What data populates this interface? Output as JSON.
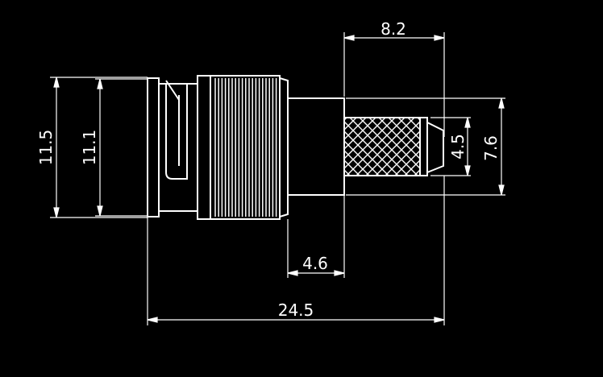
{
  "colors": {
    "background": "#000000",
    "lines": "#ffffff"
  },
  "dimensions": {
    "top_width": "8.2",
    "left_outer_height": "11.5",
    "left_inner_height": "11.1",
    "ferrule_height": "4.5",
    "body_height": "7.6",
    "middle_width": "4.6",
    "overall_length": "24.5"
  }
}
